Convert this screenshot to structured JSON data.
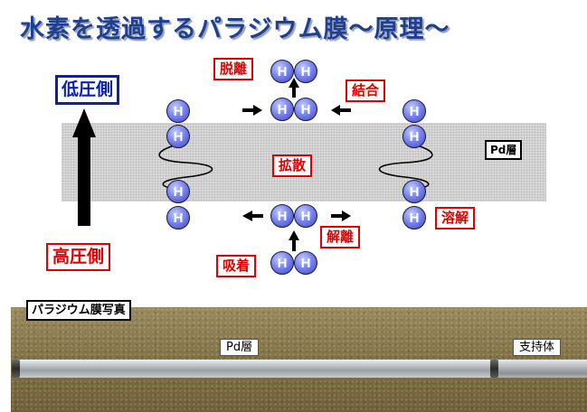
{
  "title": "水素を透過するパラジウム膜～原理～",
  "labels": {
    "low_pressure": "低圧側",
    "high_pressure": "高圧側",
    "pd_layer": "Pd層",
    "desorption": "脱離",
    "recombination": "結合",
    "diffusion": "拡散",
    "dissolution": "溶解",
    "dissociation": "解離",
    "adsorption": "吸着"
  },
  "atom_symbol": "H",
  "photo": {
    "title": "パラジウム膜写真",
    "pd_layer": "Pd層",
    "support": "支持体"
  },
  "colors": {
    "title": "#1f3f8f",
    "label_red": "#e00000",
    "label_blue": "#0b1fb0",
    "atom": "#5a66e0",
    "membrane": "#d9d9d9"
  }
}
